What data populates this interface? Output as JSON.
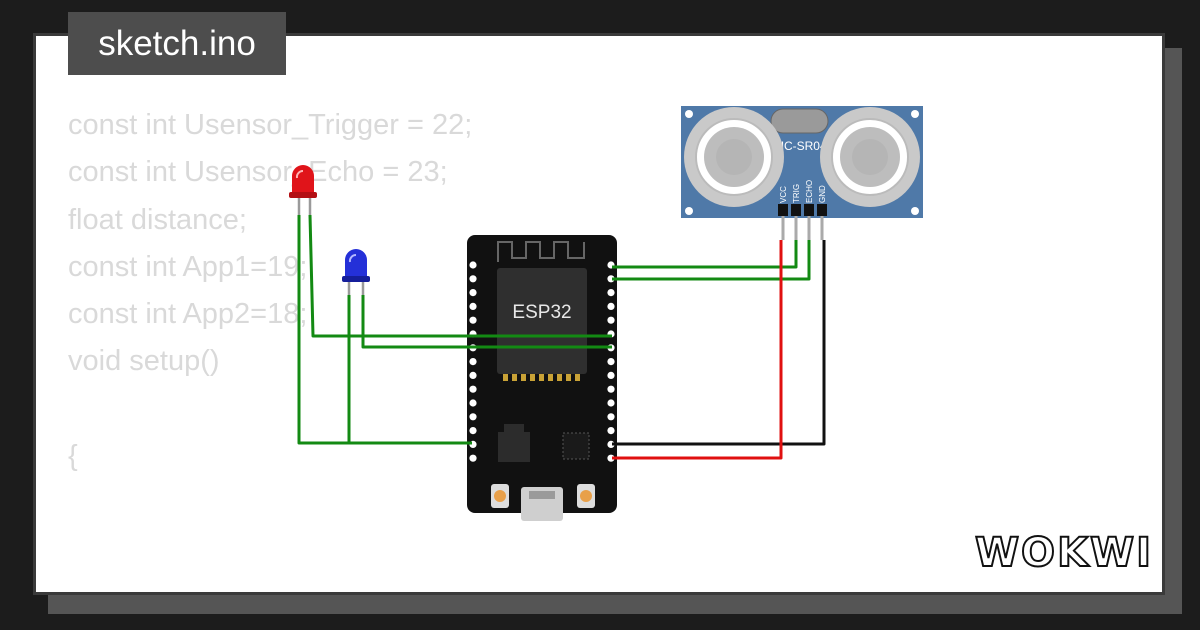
{
  "filename": "sketch.ino",
  "code_lines": [
    "const int Usensor_Trigger = 22;",
    "const int Usensor_Echo = 23;",
    "float distance;",
    "const int App1=19;",
    "const int App2=18;",
    "void setup()",
    "",
    "{"
  ],
  "board": {
    "label": "ESP32"
  },
  "sensor": {
    "label": "HC-SR04",
    "pins": [
      "VCC",
      "TRIG",
      "ECHO",
      "GND"
    ]
  },
  "brand": "WOKWI",
  "colors": {
    "background": "#1c1c1c",
    "card": "#ffffff",
    "code_text": "#d9d9d9",
    "wire_signal": "#138a13",
    "wire_power": "#e01010",
    "wire_ground": "#111111",
    "led_red": "#e0141a",
    "led_blue": "#2430d8",
    "sensor_board": "#4f79a8"
  },
  "icons": [
    "led-red-icon",
    "led-blue-icon",
    "wokwi-logo"
  ]
}
